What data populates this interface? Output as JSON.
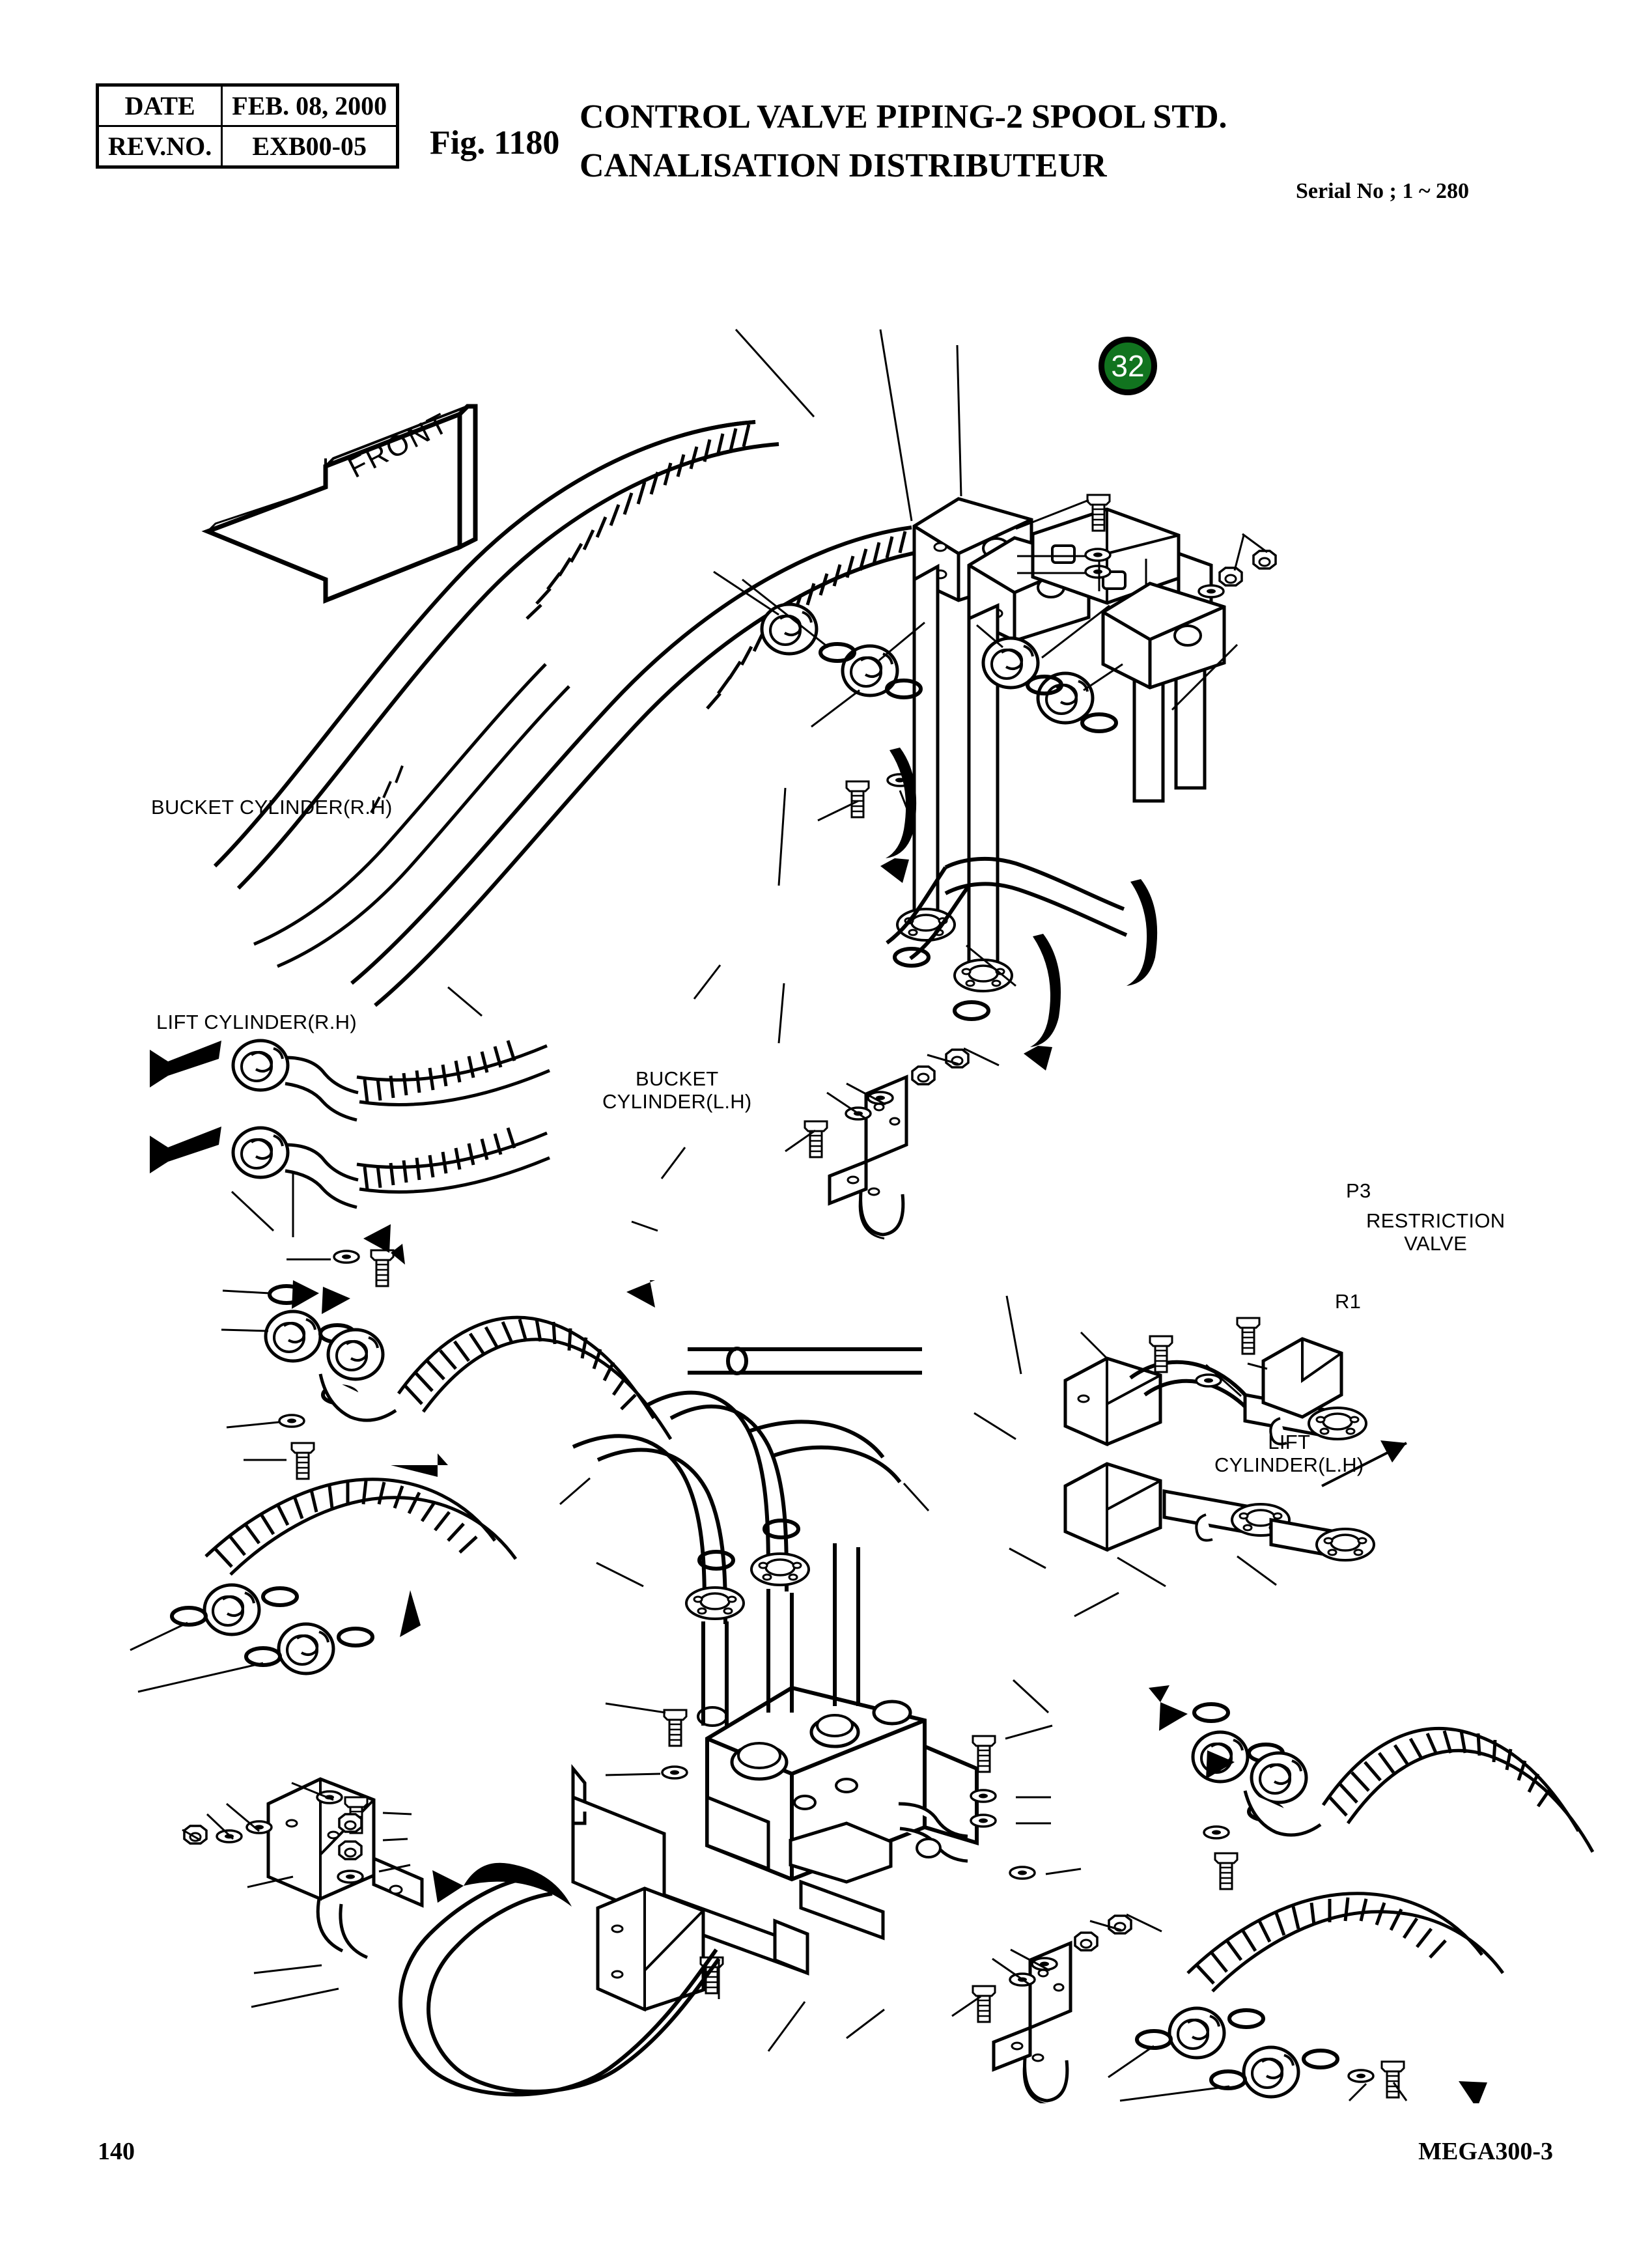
{
  "header": {
    "table": {
      "rows": [
        {
          "key": "DATE",
          "value": "FEB. 08, 2000"
        },
        {
          "key": "REV.NO.",
          "value": "EXB00-05"
        }
      ]
    },
    "figure_number": "Fig. 1180",
    "title_line_1": "CONTROL VALVE PIPING-2 SPOOL STD.",
    "title_line_2": "CANALISATION DISTRIBUTEUR",
    "serial_note": "Serial No ; 1 ~ 280"
  },
  "drawing": {
    "orientation_arrow_label": "FRONT",
    "callout": {
      "number": "32",
      "fill_color": "#11741f",
      "border_color": "#000000",
      "text_color": "#ffffff"
    },
    "labels": {
      "bucket_cylinder_rh": "BUCKET CYLINDER(R.H)",
      "lift_cylinder_rh": "LIFT CYLINDER(R.H)",
      "bucket_cylinder_lh_line1": "BUCKET",
      "bucket_cylinder_lh_line2": "CYLINDER(L.H)",
      "port_p3": "P3",
      "restriction_valve_line1": "RESTRICTION",
      "restriction_valve_line2": "VALVE",
      "port_r1": "R1",
      "lift_cylinder_lh_line1": "LIFT",
      "lift_cylinder_lh_line2": "CYLINDER(L.H)"
    }
  },
  "footer": {
    "page_number": "140",
    "model_number": "MEGA300-3"
  }
}
